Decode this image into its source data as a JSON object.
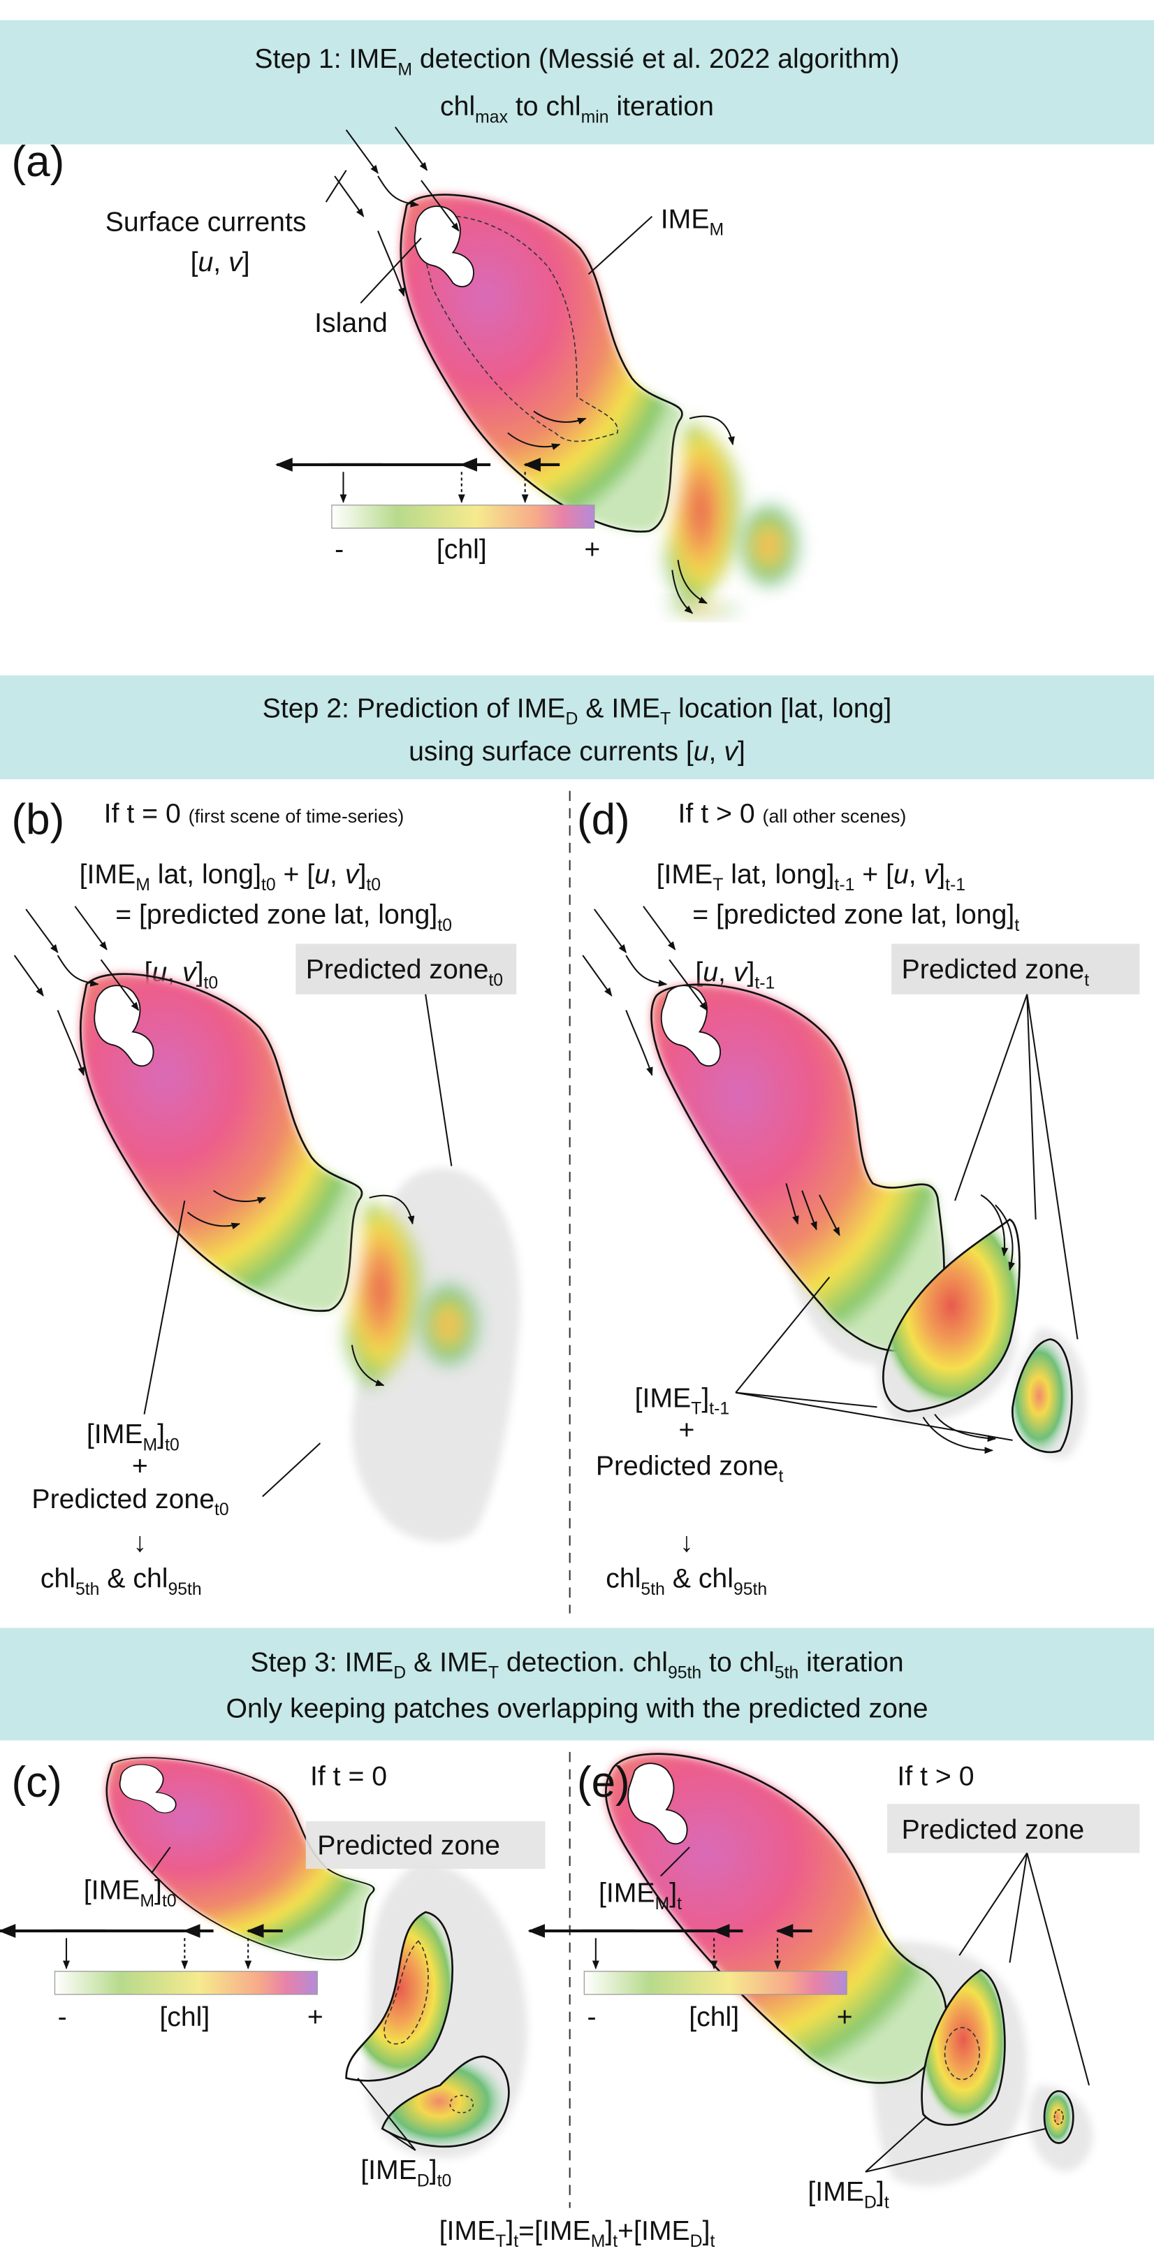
{
  "colors": {
    "banner": "#c6e8e8",
    "zone": "#e3e3e3",
    "green": "#7cc576",
    "yellow": "#f4e04d",
    "red": "#ee6a5a",
    "pink": "#e25c9e",
    "purple": "#b089d8"
  },
  "step1": {
    "l1": [
      "Step 1: IME",
      "M",
      " detection (Messié et al. 2022 algorithm)"
    ],
    "l2": [
      "chl",
      "max",
      " to chl",
      "min",
      " iteration"
    ]
  },
  "panel_a": {
    "letter": "(a)",
    "currents": "Surface currents",
    "uv": [
      "[",
      "u",
      ", ",
      "v",
      "]"
    ],
    "island": "Island",
    "ime": [
      "IME",
      "M"
    ],
    "colorbar": {
      "minus": "-",
      "label": "[chl]",
      "plus": "+"
    }
  },
  "step2": {
    "l1": [
      "Step 2: Prediction of IME",
      "D",
      " & IME",
      "T",
      " location [lat, long]"
    ],
    "l2": [
      "using surface currents [",
      "u",
      ", ",
      "v",
      "]"
    ]
  },
  "panel_b": {
    "letter": "(b)",
    "cond": "If t = 0",
    "cond_note": "(first scene of time-series)",
    "f1": [
      "[IME",
      "M",
      " lat, long]",
      "t0",
      " + [",
      "u",
      ", ",
      "v",
      "]",
      "t0"
    ],
    "f2": [
      "= [predicted zone lat, long]",
      "t0"
    ],
    "uv": [
      "[",
      "u",
      ", ",
      "v",
      "]",
      "t0"
    ],
    "zone_label": [
      "Predicted zone",
      "t0"
    ],
    "ime": [
      "[IME",
      "M",
      "]",
      "t0"
    ],
    "plus": "+",
    "pz": [
      "Predicted zone",
      "t0"
    ],
    "arrow": "↓",
    "chl": [
      "chl",
      "5th",
      " & chl",
      "95th"
    ]
  },
  "panel_d": {
    "letter": "(d)",
    "cond": "If t > 0",
    "cond_note": "(all other scenes)",
    "f1": [
      "[IME",
      "T",
      " lat, long]",
      "t-1",
      " + [",
      "u",
      ", ",
      "v",
      "]",
      "t-1"
    ],
    "f2": [
      "= [predicted zone lat, long]",
      "t"
    ],
    "uv": [
      "[",
      "u",
      ", ",
      "v",
      "]",
      "t-1"
    ],
    "zone_label": [
      "Predicted zone",
      "t"
    ],
    "ime": [
      "[IME",
      "T",
      "]",
      "t-1"
    ],
    "plus": "+",
    "pz": [
      "Predicted zone",
      "t"
    ],
    "arrow": "↓",
    "chl": [
      "chl",
      "5th",
      " & chl",
      "95th"
    ]
  },
  "step3": {
    "l1": [
      "Step 3: IME",
      "D",
      " & IME",
      "T",
      " detection. chl",
      "95th",
      " to chl",
      "5th",
      " iteration"
    ],
    "l2": [
      "Only keeping patches overlapping with the predicted zone"
    ]
  },
  "panel_c": {
    "letter": "(c)",
    "cond": "If t = 0",
    "zone_label": "Predicted zone",
    "ime_m": [
      "[IME",
      "M",
      "]",
      "t0"
    ],
    "ime_d": [
      "[IME",
      "D",
      "]",
      "t0"
    ],
    "colorbar": {
      "minus": "-",
      "label": "[chl]",
      "plus": "+"
    }
  },
  "panel_e": {
    "letter": "(e)",
    "cond": "If t > 0",
    "zone_label": "Predicted zone",
    "ime_m": [
      "[IME",
      "M",
      "]",
      "t"
    ],
    "ime_d": [
      "[IME",
      "D",
      "]",
      "t"
    ],
    "colorbar": {
      "minus": "-",
      "label": "[chl]",
      "plus": "+"
    }
  },
  "footer": {
    "eq": [
      "[IME",
      "T",
      "]",
      "t",
      "=[IME",
      "M",
      "]",
      "t",
      "+[IME",
      "D",
      "]",
      "t"
    ]
  }
}
